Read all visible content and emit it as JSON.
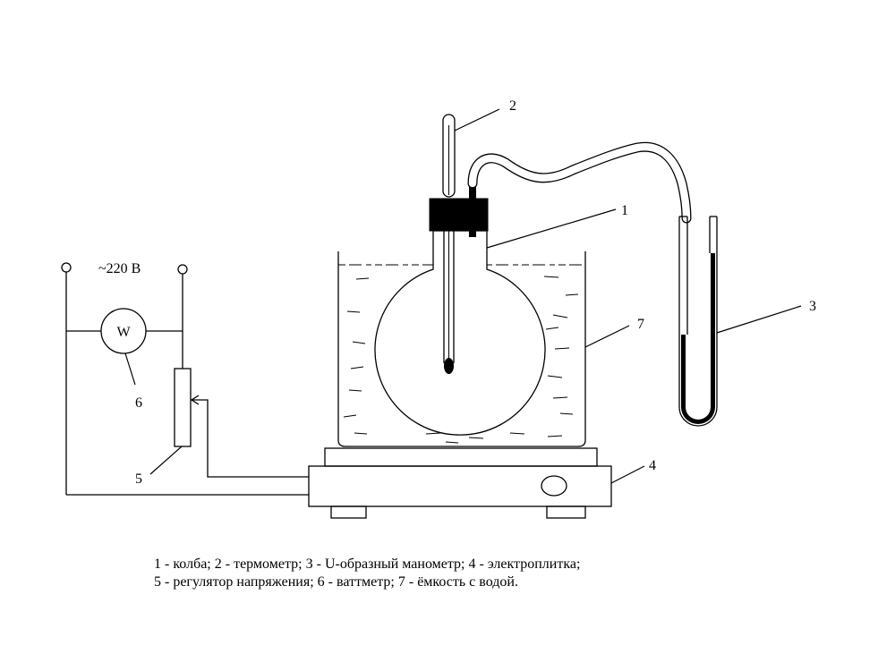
{
  "labels": {
    "flask": "1",
    "thermometer": "2",
    "manometer": "3",
    "hotplate": "4",
    "regulator": "5",
    "wattmeter": "6",
    "container": "7",
    "voltage": "~220 В",
    "wattmeter_symbol": "W"
  },
  "caption": {
    "line1": "1 - колба; 2 - термометр; 3 - U-образный манометр; 4 - электроплитка;",
    "line2": "5 - регулятор напряжения; 6 - ваттметр; 7 - ёмкость с водой."
  }
}
